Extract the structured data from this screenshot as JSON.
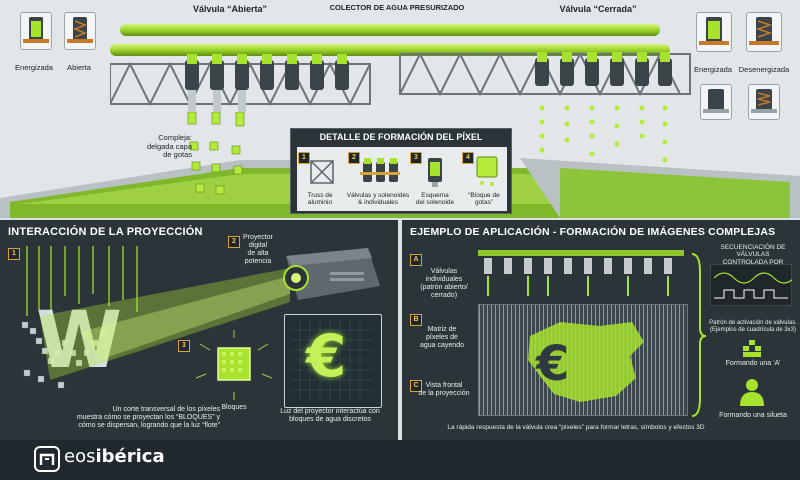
{
  "top": {
    "title_manifold": "COLECTOR DE AGUA PRESURIZADO",
    "valve_open": "Válvula “Abierta”",
    "valve_closed": "Válvula “Cerrada”",
    "left_icons": [
      "Energizada",
      "Abierta"
    ],
    "right_icons": [
      "Energizada",
      "Desenergizada"
    ],
    "complex_note": "Compleja:\ndelgada capa\nde gotas"
  },
  "detail": {
    "title": "DETALLE DE FORMACIÓN DEL PÍXEL",
    "items": [
      {
        "num": "1",
        "label": "Truss de\naluminio"
      },
      {
        "num": "2",
        "label": "Válvulas y solenoides\n& individuales"
      },
      {
        "num": "3",
        "label": "Esquema\ndel solenoide"
      },
      {
        "num": "4",
        "label": "“Bloque de\ngotas”"
      }
    ]
  },
  "projection": {
    "title": "INTERACCIÓN DE LA PROYECCIÓN",
    "num1": "1",
    "num2": "2",
    "num3": "3",
    "projector_label": "Proyector\ndigital\nde alta\npotencia",
    "section_note": "Un corte transversal de los píxeles\nmuestra cómo se proyectan los “BLOQUES” y\ncómo se dispersan, logrando que la luz “flote”",
    "blocks_label": "Bloques",
    "light_note": "Luz del proyector interactúa con\nbloques de agua discretos",
    "letter": "W",
    "symbol": "€"
  },
  "example": {
    "title": "EJEMPLO DE APLICACIÓN - FORMACIÓN DE IMÁGENES COMPLEJAS",
    "a_letter": "A",
    "a_label": "Válvulas\nindividuales\n(patrón abierto/\ncerrado)",
    "b_letter": "B",
    "b_label": "Matriz de\npíxeles de\nagua cayendo",
    "c_letter": "C",
    "c_label": "Vista frontal\nde la proyección",
    "seq_title": "SECUENCIACIÓN DE VÁLVULAS\nCONTROLADA POR ORDENADOR",
    "pattern_label": "Patrón de activación de válvulas.\n(Ejemplos de cuadrícula de 3x3)",
    "form_a": "Formando una ‘A’",
    "form_sil": "Formando una silueta",
    "bottom_caption": "La rápida respuesta de la válvula crea “píxeles” para formar letras, símbolos y efectos 3D",
    "symbol": "€"
  },
  "brand": {
    "name_prefix": "eos",
    "name_suffix": "ibérica"
  },
  "colors": {
    "accent": "#a6e22e",
    "panel": "#2b3439",
    "footer": "#20292e",
    "badge": "#d8a23a"
  }
}
